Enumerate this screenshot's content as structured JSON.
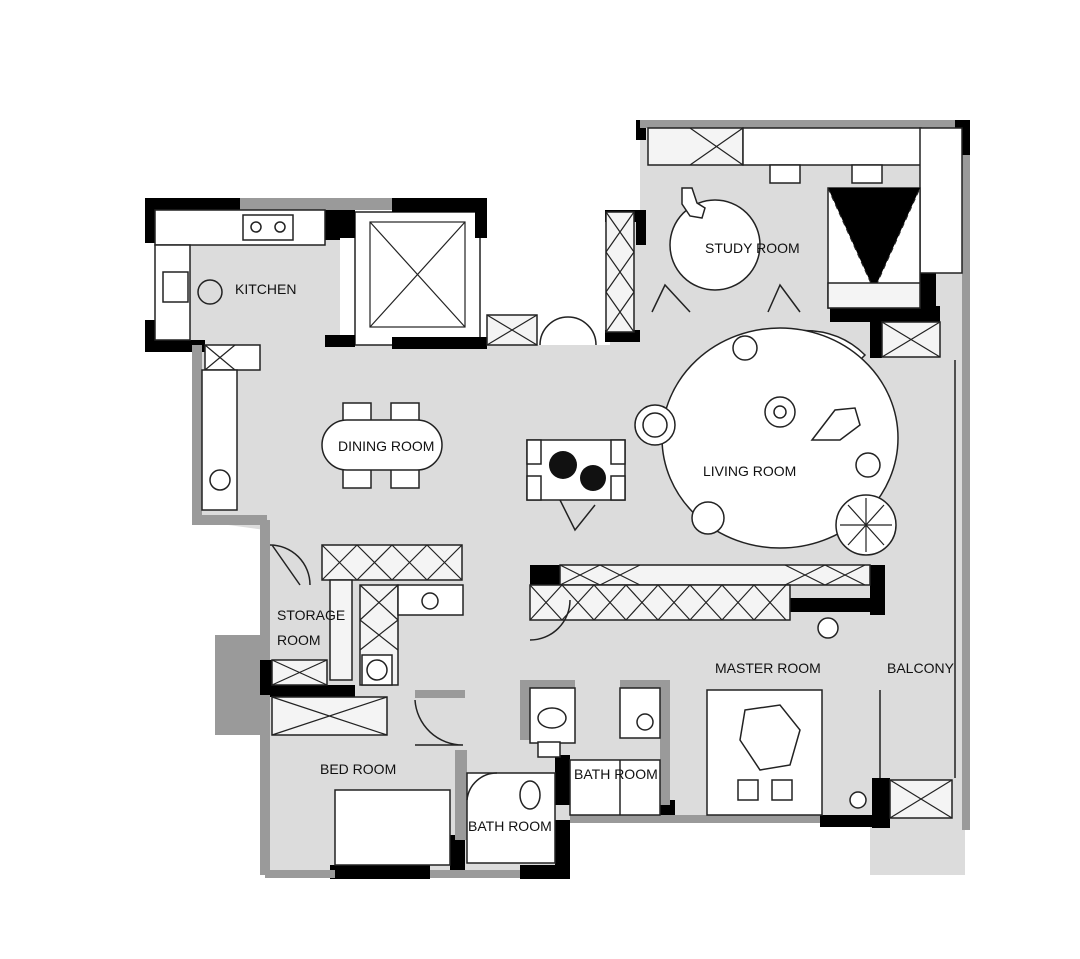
{
  "plan": {
    "colors": {
      "floor": "#dcdcdc",
      "wall": "#000000",
      "partition": "#9a9a9a",
      "furniture": "#ffffff"
    },
    "rooms": {
      "kitchen": "KITCHEN",
      "dining": "DINING ROOM",
      "study": "STUDY ROOM",
      "living": "LIVING ROOM",
      "storage_1": "STORAGE",
      "storage_2": "ROOM",
      "master": "MASTER ROOM",
      "balcony": "BALCONY",
      "bed": "BED ROOM",
      "bath_1": "BATH ROOM",
      "bath_2": "BATH ROOM"
    }
  }
}
